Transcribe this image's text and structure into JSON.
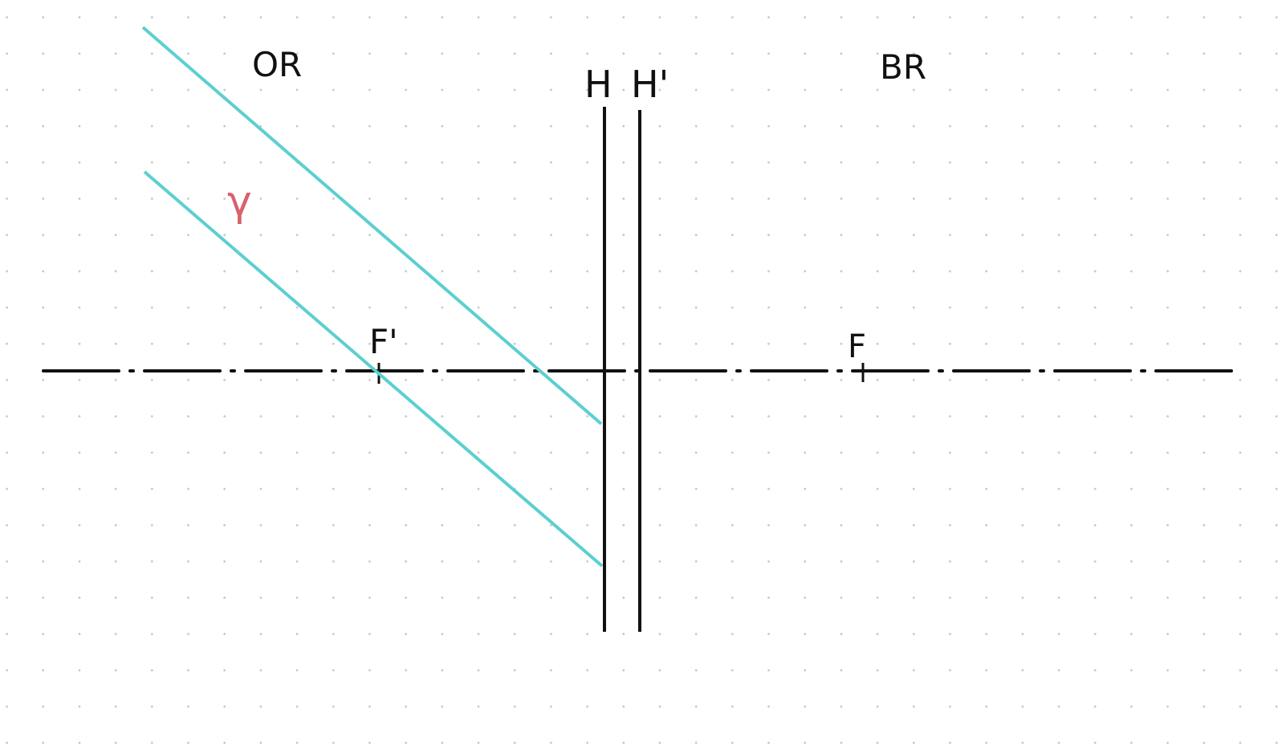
{
  "labels": {
    "object_space": "OR",
    "image_space": "BR",
    "principal_plane_h": "H",
    "principal_plane_h_prime": "H'",
    "focal_point_f_prime": "F'",
    "focal_point_f": "F",
    "ray_angle": "γ"
  },
  "colors": {
    "ink": "#111111",
    "ray": "#5ccfd0",
    "angle_label": "#d9606d",
    "grid_dot": "#c8c8c8"
  }
}
